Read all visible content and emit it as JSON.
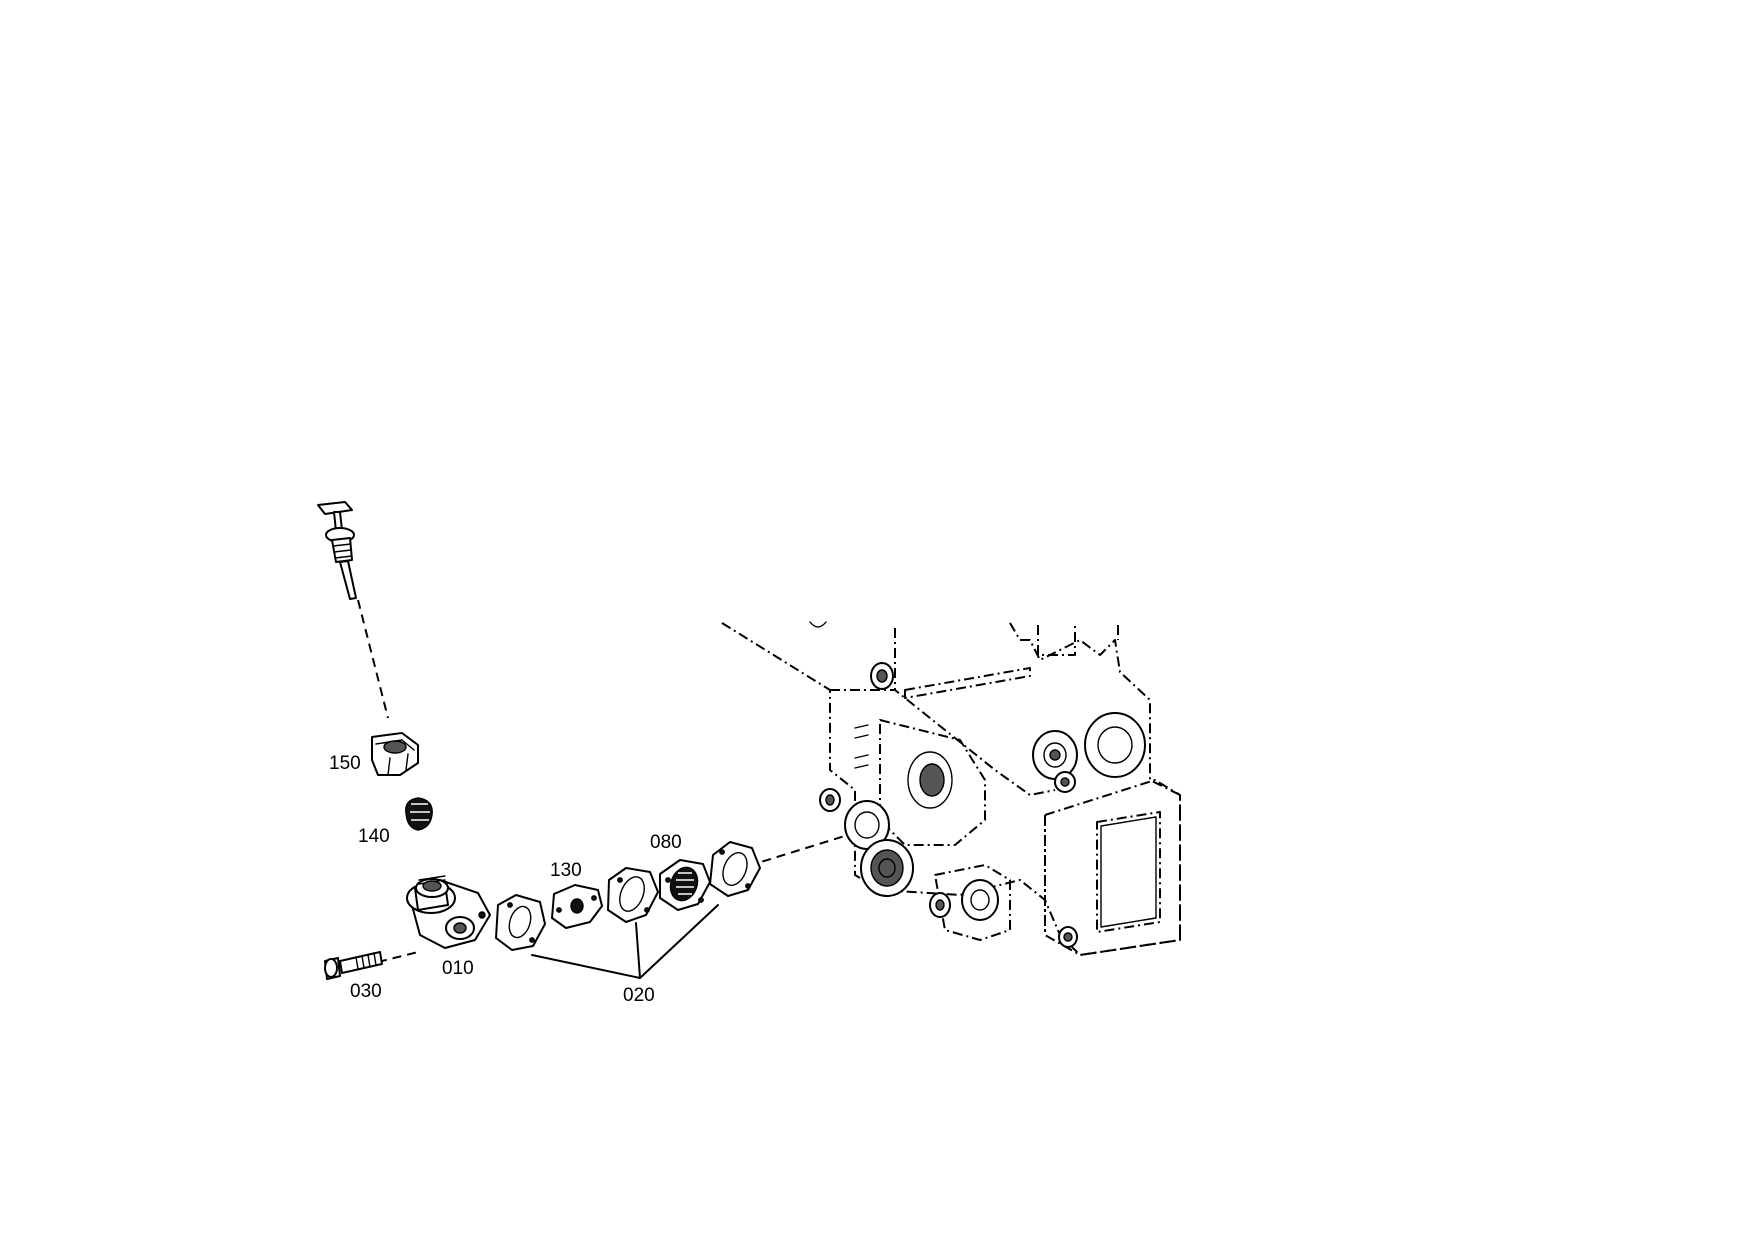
{
  "diagram": {
    "part_labels": {
      "p150": "150",
      "p140": "140",
      "p130": "130",
      "p080": "080",
      "p010": "010",
      "p030": "030",
      "p020": "020"
    },
    "colors": {
      "line": "#000000",
      "background": "#ffffff"
    }
  }
}
